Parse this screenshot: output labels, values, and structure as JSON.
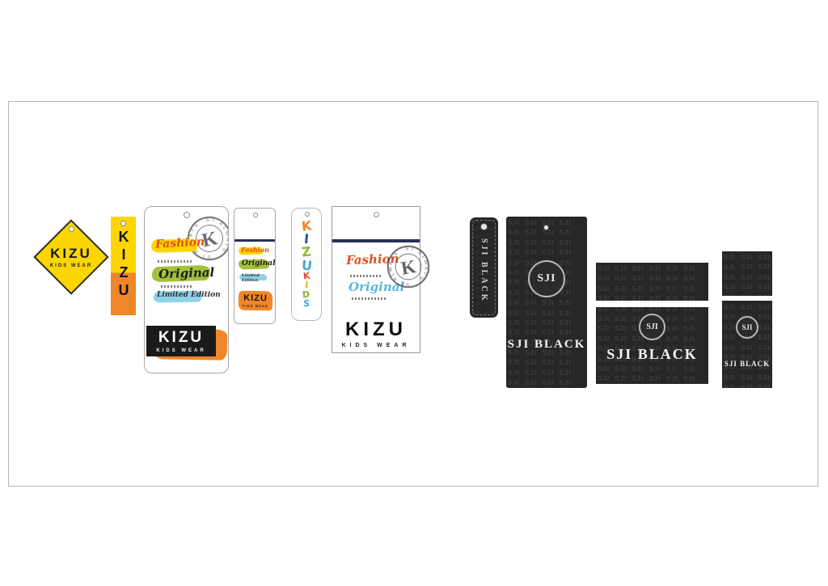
{
  "artboard": {
    "background": "#ffffff",
    "border_color": "#b5b5b5"
  },
  "kizu": {
    "brand": "KIZU",
    "subtitle": "KIDS WEAR",
    "fashion": "Fashion",
    "original": "Original",
    "limited_edition": "Limited Edition",
    "stamp_letter": "K",
    "stamp_ring_text": "ST ALWAYS · ST ALWAYS ·",
    "diecut_letters": [
      {
        "ch": "K",
        "color": "#f0862a"
      },
      {
        "ch": "I",
        "color": "#27569b"
      },
      {
        "ch": "Z",
        "color": "#8cb832"
      },
      {
        "ch": "U",
        "color": "#3fa9d8"
      },
      {
        "ch": "K",
        "color": "#e04b23"
      },
      {
        "ch": "I",
        "color": "#f0a822"
      },
      {
        "ch": "D",
        "color": "#8cb832"
      },
      {
        "ch": "S",
        "color": "#3fa9d8"
      }
    ],
    "colors": {
      "yellow": "#fdd500",
      "orange": "#f0862a",
      "green": "#a3c13a",
      "blue": "#8fd2ea",
      "navy": "#273352",
      "script_red": "#e0501e",
      "script_blue": "#5fb6dc",
      "block_black": "#1a1a1a"
    }
  },
  "sji": {
    "logo": "SJI",
    "name": "SJI BLACK",
    "pattern_word": "SJI",
    "colors": {
      "background": "#272727",
      "pattern_text": "#3e3e3e",
      "ring": "#b9b9b9",
      "text": "#f0f0f0",
      "stripe": "#ffffff"
    }
  }
}
